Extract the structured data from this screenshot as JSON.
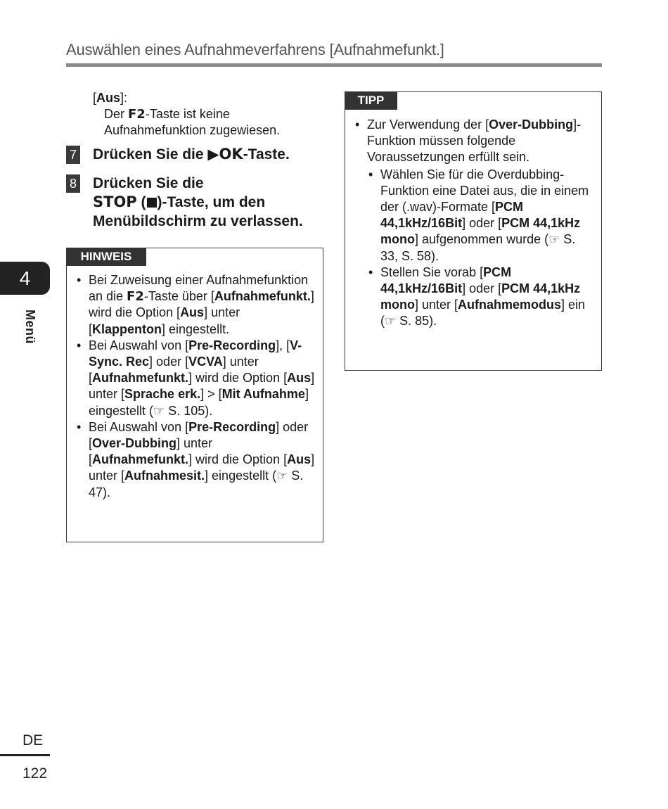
{
  "header": {
    "title": "Auswählen eines Aufnahmeverfahrens [Aufnahmefunkt.]"
  },
  "intro": {
    "aus_open": "[",
    "aus_label": "Aus",
    "aus_close": "]:",
    "desc_a": "Der ",
    "desc_key": "F2",
    "desc_b": "-Taste ist keine",
    "desc_c": "Aufnahmefunktion zugewiesen."
  },
  "steps": [
    {
      "number": "7",
      "text_a": "Drücken Sie die ",
      "key": "▶OK",
      "text_b": "-Taste."
    },
    {
      "number": "8",
      "line1": "Drücken Sie die",
      "key": "STOP",
      "paren_open": " (",
      "paren_close": ")-Taste, um den",
      "line3": "Menübildschirm zu verlassen."
    }
  ],
  "hinweis": {
    "label": "HINWEIS",
    "items": [
      [
        {
          "t": "Bei Zuweisung einer Aufnahmefunktion an die "
        },
        {
          "t": "F2",
          "key": true
        },
        {
          "t": "-Taste über ["
        },
        {
          "t": "Aufnahmefunkt.",
          "b": true
        },
        {
          "t": "] wird die Option ["
        },
        {
          "t": "Aus",
          "b": true
        },
        {
          "t": "] unter ["
        },
        {
          "t": "Klappenton",
          "b": true
        },
        {
          "t": "] eingestellt."
        }
      ],
      [
        {
          "t": "Bei Auswahl von ["
        },
        {
          "t": "Pre-Recording",
          "b": true
        },
        {
          "t": "], ["
        },
        {
          "t": "V-Sync. Rec",
          "b": true
        },
        {
          "t": "] oder ["
        },
        {
          "t": "VCVA",
          "b": true
        },
        {
          "t": "] unter ["
        },
        {
          "t": "Aufnahmefunkt.",
          "b": true
        },
        {
          "t": "] wird die Option ["
        },
        {
          "t": "Aus",
          "b": true
        },
        {
          "t": "] unter ["
        },
        {
          "t": "Sprache erk.",
          "b": true
        },
        {
          "t": "] > ["
        },
        {
          "t": "Mit Aufnahme",
          "b": true
        },
        {
          "t": "] eingestellt (☞ S. 105)."
        }
      ],
      [
        {
          "t": "Bei Auswahl von ["
        },
        {
          "t": "Pre-Recording",
          "b": true
        },
        {
          "t": "] oder ["
        },
        {
          "t": "Over-Dubbing",
          "b": true
        },
        {
          "t": "] unter ["
        },
        {
          "t": "Aufnahmefunkt.",
          "b": true
        },
        {
          "t": "] wird die Option ["
        },
        {
          "t": "Aus",
          "b": true
        },
        {
          "t": "] unter ["
        },
        {
          "t": "Aufnahmesit.",
          "b": true
        },
        {
          "t": "] eingestellt (☞ S. 47)."
        }
      ]
    ]
  },
  "tipp": {
    "label": "TIPP",
    "intro": [
      {
        "t": "Zur Verwendung der ["
      },
      {
        "t": "Over-Dubbing",
        "b": true
      },
      {
        "t": "]-Funktion müssen folgende Voraussetzungen erfüllt sein."
      }
    ],
    "sub_items": [
      [
        {
          "t": "Wählen Sie für die Overdubbing-Funktion eine Datei aus, die in einem der (.wav)-Formate ["
        },
        {
          "t": "PCM 44,1kHz/16Bit",
          "b": true
        },
        {
          "t": "] oder ["
        },
        {
          "t": "PCM 44,1kHz mono",
          "b": true
        },
        {
          "t": "] aufgenommen wurde (☞ S. 33, S. 58)."
        }
      ],
      [
        {
          "t": "Stellen Sie vorab ["
        },
        {
          "t": "PCM 44,1kHz/16Bit",
          "b": true
        },
        {
          "t": "] oder ["
        },
        {
          "t": "PCM 44,1kHz mono",
          "b": true
        },
        {
          "t": "] unter ["
        },
        {
          "t": "Aufnahmemodus",
          "b": true
        },
        {
          "t": "] ein (☞ S. 85)."
        }
      ]
    ]
  },
  "sidebar": {
    "chapter": "4",
    "label": "Menü"
  },
  "footer": {
    "language": "DE",
    "page_number": "122"
  }
}
